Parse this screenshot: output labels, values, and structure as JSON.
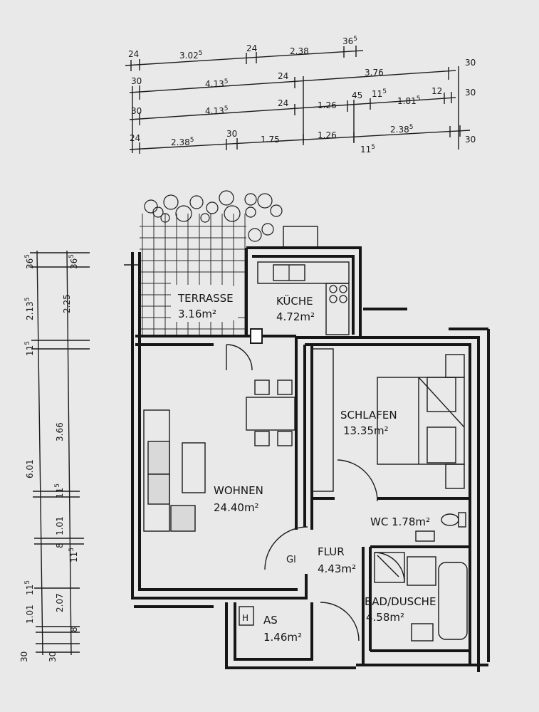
{
  "top_dimensions": {
    "row1": [
      {
        "main": "24",
        "sup": ""
      },
      {
        "main": "3.02",
        "sup": "5"
      },
      {
        "main": "24",
        "sup": ""
      },
      {
        "main": "2.38",
        "sup": ""
      },
      {
        "main": "36",
        "sup": "5"
      }
    ],
    "row2": [
      {
        "main": "30",
        "sup": ""
      },
      {
        "main": "4.13",
        "sup": "5"
      },
      {
        "main": "24",
        "sup": ""
      },
      {
        "main": "3.76",
        "sup": ""
      },
      {
        "main": "30",
        "sup": ""
      }
    ],
    "row3": [
      {
        "main": "30",
        "sup": ""
      },
      {
        "main": "4.13",
        "sup": "5"
      },
      {
        "main": "24",
        "sup": ""
      },
      {
        "main": "1.26",
        "sup": ""
      },
      {
        "main": "45",
        "sup": ""
      },
      {
        "main": "11",
        "sup": "5"
      },
      {
        "main": "1.81",
        "sup": "5"
      },
      {
        "main": "12",
        "sup": ""
      },
      {
        "main": "30",
        "sup": ""
      }
    ],
    "row4": [
      {
        "main": "24",
        "sup": ""
      },
      {
        "main": "2.38",
        "sup": "5"
      },
      {
        "main": "30",
        "sup": ""
      },
      {
        "main": "1.75",
        "sup": ""
      },
      {
        "main": "1.26",
        "sup": ""
      },
      {
        "main": "2.38",
        "sup": "5"
      },
      {
        "main": "30",
        "sup": ""
      },
      {
        "main": "11",
        "sup": "5"
      }
    ]
  },
  "left_dimensions": {
    "inner": [
      {
        "main": "36",
        "sup": "5"
      },
      {
        "main": "2.13",
        "sup": "5"
      },
      {
        "main": "11",
        "sup": "5"
      },
      {
        "main": "3.66",
        "sup": ""
      },
      {
        "main": "1.01",
        "sup": ""
      },
      {
        "main": "11",
        "sup": "5"
      },
      {
        "main": "8",
        "sup": ""
      },
      {
        "main": "2.07",
        "sup": ""
      },
      {
        "main": "11",
        "sup": "5"
      },
      {
        "main": "1.01",
        "sup": ""
      }
    ],
    "outer": [
      {
        "main": "36",
        "sup": "5"
      },
      {
        "main": "2.25",
        "sup": ""
      },
      {
        "main": "6.01",
        "sup": ""
      },
      {
        "main": "11",
        "sup": "5"
      },
      {
        "main": "8",
        "sup": ""
      },
      {
        "main": "30",
        "sup": ""
      },
      {
        "main": "30",
        "sup": ""
      }
    ]
  },
  "rooms": {
    "terrasse": {
      "name": "TERRASSE",
      "area": "3.16m²"
    },
    "kueche": {
      "name": "KÜCHE",
      "area": "4.72m²"
    },
    "schlafen": {
      "name": "SCHLAFEN",
      "area": "13.35m²"
    },
    "wohnen": {
      "name": "WOHNEN",
      "area": "24.40m²"
    },
    "wc": {
      "name": "WC",
      "area": "1.78m²"
    },
    "flur": {
      "name": "FLUR",
      "area": "4.43m²"
    },
    "bad": {
      "name": "BAD/DUSCHE",
      "area": "4.58m²"
    },
    "as": {
      "name": "AS",
      "area": "1.46m²"
    },
    "as_mark": "H",
    "gl_mark": "Gl"
  },
  "colors": {
    "paper": "#e9e9ea",
    "ink": "#161616"
  }
}
